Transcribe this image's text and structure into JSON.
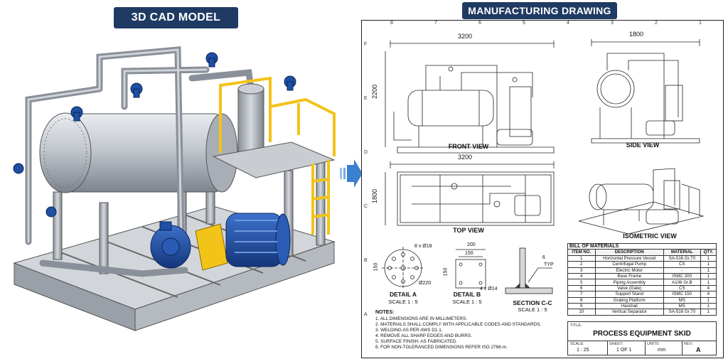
{
  "left_title": "3D CAD MODEL",
  "right_title": "MANUFACTURING DRAWING",
  "zones_top": [
    "8",
    "7",
    "6",
    "5",
    "4",
    "3",
    "2",
    "1"
  ],
  "zones_side": [
    "F",
    "E",
    "D",
    "C",
    "B",
    "A"
  ],
  "front_view": {
    "label": "FRONT VIEW",
    "width_dim": "3200",
    "height_dim": "2200"
  },
  "side_view": {
    "label": "SIDE VIEW",
    "width_dim": "1800"
  },
  "top_view": {
    "label": "TOP VIEW",
    "width_dim": "3200",
    "height_dim": "1800"
  },
  "iso_view": {
    "label": "ISOMETRIC VIEW"
  },
  "detail_a": {
    "label": "DETAIL A",
    "scale": "SCALE 1 : 5",
    "dim_side": "150",
    "dim_holes": "8 x Ø18",
    "dim_dia": "Ø220"
  },
  "detail_b": {
    "label": "DETAIL B",
    "scale": "SCALE 1 : 5",
    "dim_top1": "200",
    "dim_top2": "150",
    "dim_side": "150",
    "dim_holes": "4 x Ø14"
  },
  "section_cc": {
    "label": "SECTION C-C",
    "scale": "SCALE 1 : 5",
    "weld": "6",
    "weld_typ": "TYP"
  },
  "notes": {
    "header": "NOTES:",
    "items": [
      "1.   ALL DIMENSIONS ARE IN MILLIMETERS.",
      "2.   MATERIALS SHALL COMPLY WITH APPLICABLE CODES AND STANDARDS.",
      "3.   WELDING AS PER AWS D1.1.",
      "4.   REMOVE ALL SHARP EDGES AND BURRS.",
      "5.   SURFACE FINISH: AS FABRICATED.",
      "6.   FOR NON-TOLERANCED DIMENSIONS REFER ISO 2768-m."
    ]
  },
  "bom": {
    "title": "BILL OF MATERIALS",
    "headers": [
      "ITEM NO.",
      "DESCRIPTION",
      "MATERIAL",
      "QTY."
    ],
    "rows": [
      [
        "1",
        "Horizontal Pressure Vessel",
        "SA-516 Gr.70",
        "1"
      ],
      [
        "2",
        "Centrifugal Pump",
        "CS",
        "1"
      ],
      [
        "3",
        "Electric Motor",
        "-",
        "1"
      ],
      [
        "4",
        "Base Frame",
        "ISMC 200",
        "1"
      ],
      [
        "5",
        "Piping Assembly",
        "A106 Gr.B",
        "1"
      ],
      [
        "6",
        "Valve (Gate)",
        "CS",
        "4"
      ],
      [
        "7",
        "Support Stand",
        "ISMC 150",
        "4"
      ],
      [
        "8",
        "Grating Platform",
        "MS",
        "1"
      ],
      [
        "9",
        "Handrail",
        "MS",
        "1"
      ],
      [
        "10",
        "Vertical Separator",
        "SA-516 Gr.70",
        "1"
      ]
    ]
  },
  "title_block": {
    "title_caption": "TITLE:",
    "title": "PROCESS EQUIPMENT SKID",
    "scale_caption": "SCALE:",
    "scale": "1 : 25",
    "sheet_caption": "SHEET:",
    "sheet": "1 OF 1",
    "units_caption": "UNITS:",
    "units": "mm",
    "rev_caption": "REV.:",
    "rev": "A"
  },
  "colors": {
    "banner": "#1f3b63",
    "steel": "#b9bec6",
    "motor_blue": "#1e4fa3",
    "coupling_yellow": "#f2c318",
    "arrow_blue": "#3b7fd1"
  }
}
